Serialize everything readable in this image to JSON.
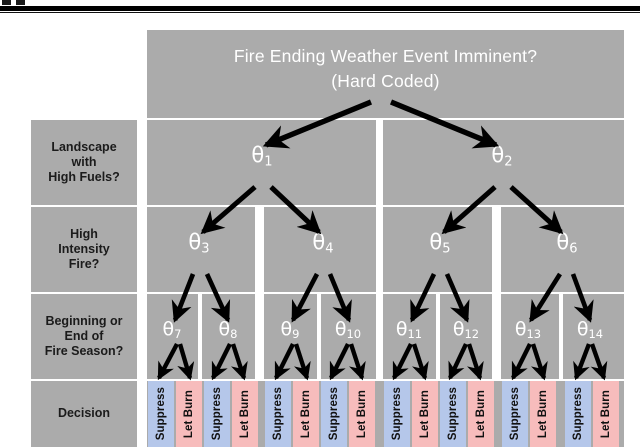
{
  "figure": {
    "type": "decision-tree-diagram",
    "title_line1": "Fire Ending Weather Event Imminent?",
    "title_line2": "(Hard Coded)",
    "colors": {
      "node_gray": "#ababab",
      "suppress_blue": "#b5c7ea",
      "let_burn_pink": "#f7bcbc",
      "node_text": "#ffffff",
      "label_text": "#1b1b1b",
      "arrow": "#000000",
      "background": "#ffffff"
    }
  },
  "row_labels": [
    {
      "id": "row-landscape",
      "text": "Landscape\nwith\nHigh Fuels?",
      "lines": [
        "Landscape",
        "with",
        "High Fuels?"
      ]
    },
    {
      "id": "row-intensity",
      "text": "High\nIntensity\nFire?",
      "lines": [
        "High",
        "Intensity",
        "Fire?"
      ]
    },
    {
      "id": "row-season",
      "text": "Beginning or\nEnd of\nFire Season?",
      "lines": [
        "Beginning or",
        "End of",
        "Fire Season?"
      ]
    },
    {
      "id": "row-decision",
      "text": "Decision",
      "lines": [
        "Decision"
      ]
    }
  ],
  "nodes": {
    "level1": [
      {
        "label": "θ",
        "sub": "1"
      },
      {
        "label": "θ",
        "sub": "2"
      }
    ],
    "level2": [
      {
        "label": "θ",
        "sub": "3"
      },
      {
        "label": "θ",
        "sub": "4"
      },
      {
        "label": "θ",
        "sub": "5"
      },
      {
        "label": "θ",
        "sub": "6"
      }
    ],
    "level3": [
      {
        "label": "θ",
        "sub": "7"
      },
      {
        "label": "θ",
        "sub": "8"
      },
      {
        "label": "θ",
        "sub": "9"
      },
      {
        "label": "θ",
        "sub": "10"
      },
      {
        "label": "θ",
        "sub": "11"
      },
      {
        "label": "θ",
        "sub": "12"
      },
      {
        "label": "θ",
        "sub": "13"
      },
      {
        "label": "θ",
        "sub": "14"
      }
    ]
  },
  "decisions": [
    {
      "text": "Suppress",
      "kind": "suppress"
    },
    {
      "text": "Let Burn",
      "kind": "let-burn"
    },
    {
      "text": "Suppress",
      "kind": "suppress"
    },
    {
      "text": "Let Burn",
      "kind": "let-burn"
    },
    {
      "text": "Suppress",
      "kind": "suppress"
    },
    {
      "text": "Let Burn",
      "kind": "let-burn"
    },
    {
      "text": "Suppress",
      "kind": "suppress"
    },
    {
      "text": "Let Burn",
      "kind": "let-burn"
    },
    {
      "text": "Suppress",
      "kind": "suppress"
    },
    {
      "text": "Let Burn",
      "kind": "let-burn"
    },
    {
      "text": "Suppress",
      "kind": "suppress"
    },
    {
      "text": "Let Burn",
      "kind": "let-burn"
    },
    {
      "text": "Suppress",
      "kind": "suppress"
    },
    {
      "text": "Let Burn",
      "kind": "let-burn"
    },
    {
      "text": "Suppress",
      "kind": "suppress"
    },
    {
      "text": "Let Burn",
      "kind": "let-burn"
    }
  ]
}
